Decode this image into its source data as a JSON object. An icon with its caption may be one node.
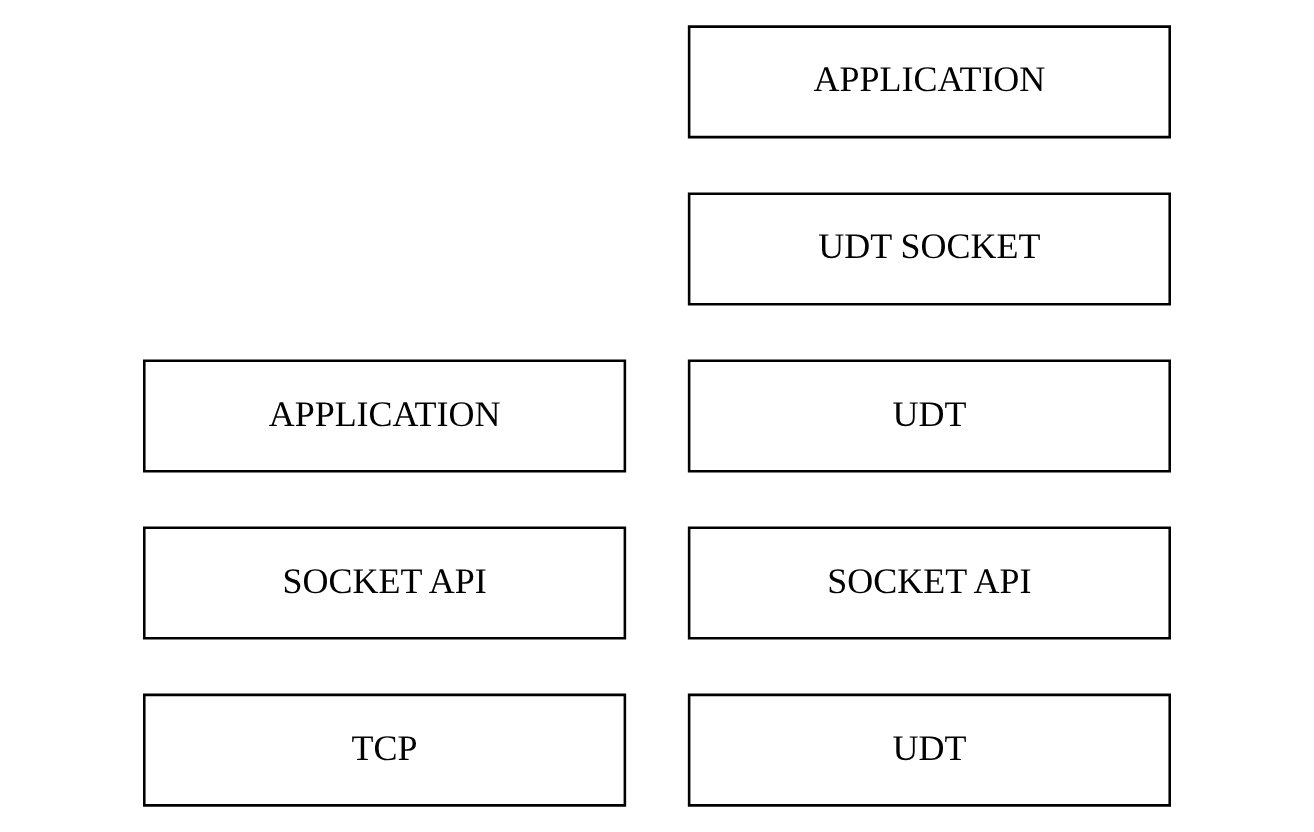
{
  "diagram": {
    "nodes": [
      {
        "text": [
          "APPLICATION"
        ]
      },
      {
        "text": [
          "UDT SOCKET"
        ]
      },
      {
        "text": [
          "APPLICATION"
        ]
      },
      {
        "text": [
          "UDT"
        ]
      },
      {
        "text": [
          "SOCKET API"
        ]
      },
      {
        "text": [
          "SOCKET API"
        ]
      },
      {
        "text": [
          "TCP"
        ]
      },
      {
        "text": [
          "UDT"
        ]
      }
    ]
  }
}
